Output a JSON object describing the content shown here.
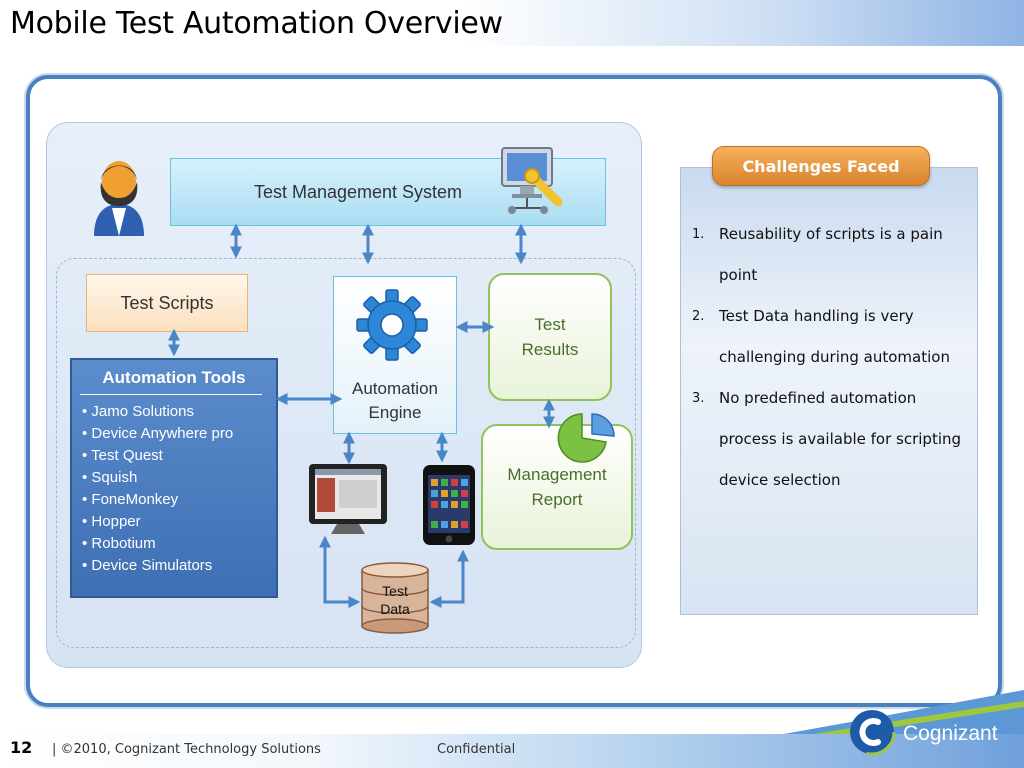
{
  "slide": {
    "title": "Mobile Test Automation Overview"
  },
  "diagram": {
    "test_management_system": "Test Management System",
    "test_scripts": "Test Scripts",
    "automation_tools": {
      "heading": "Automation Tools",
      "items": [
        "Jamo Solutions",
        "Device Anywhere pro",
        "Test Quest",
        "Squish",
        "FoneMonkey",
        "Hopper",
        "Robotium",
        "Device Simulators"
      ]
    },
    "automation_engine_line1": "Automation",
    "automation_engine_line2": "Engine",
    "test_results_line1": "Test",
    "test_results_line2": "Results",
    "management_report_line1": "Management",
    "management_report_line2": "Report",
    "test_data_line1": "Test",
    "test_data_line2": "Data"
  },
  "challenges": {
    "heading": "Challenges Faced",
    "items": [
      {
        "num": "1.",
        "text": "Reusability of scripts is a pain point"
      },
      {
        "num": "2.",
        "text": "Test Data handling is very challenging during automation"
      },
      {
        "num": "3.",
        "text": "No predefined automation process is available for scripting device selection"
      }
    ]
  },
  "footer": {
    "page_number": "12",
    "copyright": "| ©2010, Cognizant Technology Solutions",
    "confidential": "Confidential",
    "logo_text": "Cognizant"
  },
  "colors": {
    "frame_border": "#4a7fc0",
    "challenge_button": "#e99a45",
    "tools_box": "#4a7ec2",
    "green_box_border": "#93c15a"
  }
}
